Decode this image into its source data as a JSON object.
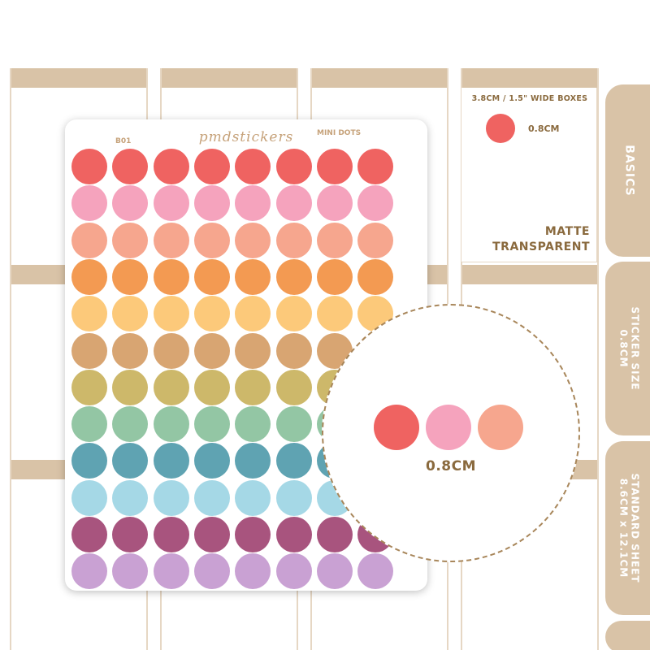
{
  "info_box": {
    "wide_boxes": "3.8CM / 1.5\" WIDE BOXES",
    "dot_size": "0.8CM",
    "finish_line1": "MATTE",
    "finish_line2": "TRANSPARENT",
    "dot_color": "#ef6361"
  },
  "tabs": [
    {
      "label": "BASICS"
    },
    {
      "label_line1": "STICKER SIZE",
      "label_line2": "0.8CM"
    },
    {
      "label_line1": "STANDARD SHEET",
      "label_line2": "8.6CM x 12.1CM"
    }
  ],
  "sheet": {
    "code": "B01",
    "brand": "pmdstickers",
    "name": "MINI DOTS",
    "row_colors": [
      "#ef6361",
      "#f5a3bd",
      "#f6a68e",
      "#f39a52",
      "#fcc97a",
      "#d8a572",
      "#cdb86a",
      "#93c6a4",
      "#5fa3b2",
      "#a5d8e6",
      "#a8547e",
      "#c9a1d3"
    ],
    "dots_per_row": 8
  },
  "zoom": {
    "label": "0.8CM",
    "dot_colors": [
      "#ef6361",
      "#f5a3bd",
      "#f6a68e"
    ]
  }
}
